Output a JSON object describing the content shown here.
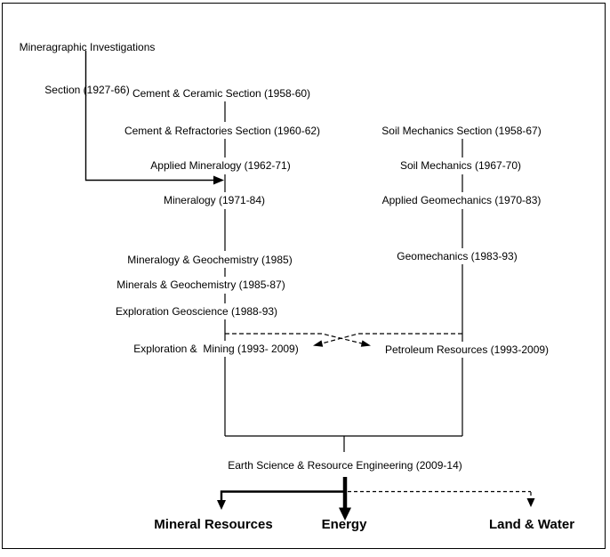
{
  "diagram": {
    "description": "Organisational lineage flowchart merging two research lineages into Earth Science & Resource Engineering, then splitting into three outcome areas",
    "colors": {
      "line": "#000000",
      "text": "#000000",
      "background": "#ffffff"
    }
  },
  "nodes": {
    "root_line1": "Mineragraphic Investigations",
    "root_line2": "Section (1927-66)",
    "cement_ceramic": "Cement & Ceramic Section (1958-60)",
    "cement_refractories": "Cement & Refractories Section (1960-62)",
    "applied_mineralogy": "Applied Mineralogy (1962-71)",
    "mineralogy": "Mineralogy (1971-84)",
    "mineralogy_geochemistry": "Mineralogy & Geochemistry (1985)",
    "minerals_geochemistry": "Minerals & Geochemistry (1985-87)",
    "exploration_geoscience": "Exploration Geoscience (1988-93)",
    "exploration_mining": "Exploration &  Mining (1993- 2009)",
    "soil_mechanics_section": "Soil Mechanics Section (1958-67)",
    "soil_mechanics": "Soil Mechanics (1967-70)",
    "applied_geomechanics": "Applied Geomechanics (1970-83)",
    "geomechanics": "Geomechanics (1983-93)",
    "petroleum_resources": "Petroleum Resources (1993-2009)",
    "earth_science": "Earth Science & Resource Engineering (2009-14)",
    "mineral_resources": "Mineral Resources",
    "energy": "Energy",
    "land_water": "Land & Water"
  },
  "edges": [
    {
      "from": "root",
      "to": "mineralogy_column_at_1971",
      "style": "solid-arrow"
    },
    {
      "from": "cement_ceramic",
      "to": "cement_refractories",
      "style": "solid"
    },
    {
      "from": "cement_refractories",
      "to": "applied_mineralogy",
      "style": "solid"
    },
    {
      "from": "applied_mineralogy",
      "to": "mineralogy",
      "style": "solid"
    },
    {
      "from": "mineralogy",
      "to": "mineralogy_geochemistry",
      "style": "solid"
    },
    {
      "from": "mineralogy_geochemistry",
      "to": "minerals_geochemistry",
      "style": "solid"
    },
    {
      "from": "minerals_geochemistry",
      "to": "exploration_geoscience",
      "style": "solid"
    },
    {
      "from": "exploration_geoscience",
      "to": "exploration_mining",
      "style": "solid"
    },
    {
      "from": "exploration_geoscience",
      "to": "petroleum_resources",
      "style": "dashed-arrow"
    },
    {
      "from": "soil_mechanics_section",
      "to": "soil_mechanics",
      "style": "solid"
    },
    {
      "from": "soil_mechanics",
      "to": "applied_geomechanics",
      "style": "solid"
    },
    {
      "from": "applied_geomechanics",
      "to": "geomechanics",
      "style": "solid"
    },
    {
      "from": "geomechanics",
      "to": "petroleum_resources",
      "style": "solid"
    },
    {
      "from": "geomechanics",
      "to": "exploration_mining",
      "style": "dashed-arrow"
    },
    {
      "from": "exploration_mining",
      "to": "earth_science",
      "style": "solid"
    },
    {
      "from": "petroleum_resources",
      "to": "earth_science",
      "style": "solid"
    },
    {
      "from": "earth_science",
      "to": "mineral_resources",
      "style": "solid-arrow"
    },
    {
      "from": "earth_science",
      "to": "energy",
      "style": "bold-arrow"
    },
    {
      "from": "earth_science",
      "to": "land_water",
      "style": "dashed-arrow"
    }
  ]
}
